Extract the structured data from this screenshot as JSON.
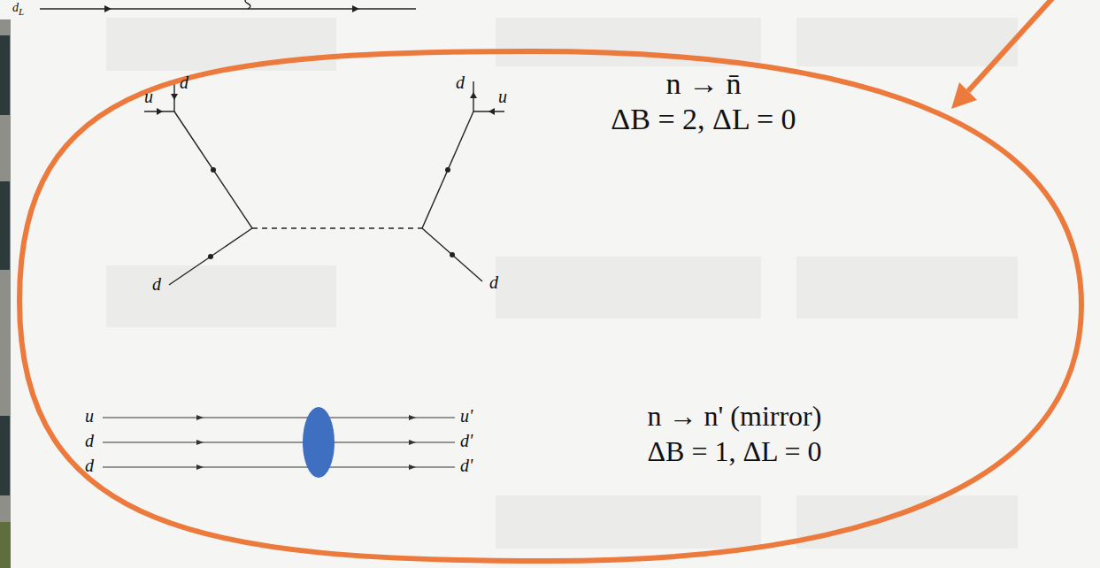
{
  "diagram": {
    "nodes": [
      {
        "text": [
          "n → n̄",
          "ΔB = 2, ΔL = 0",
          "n → n' (mirror)",
          "ΔB = 1, ΔL = 0"
        ]
      }
    ],
    "labels": [
      "dL",
      "u",
      "d",
      "d",
      "d",
      "u",
      "d",
      "u",
      "d",
      "d",
      "u'",
      "d'",
      "d'"
    ]
  }
}
